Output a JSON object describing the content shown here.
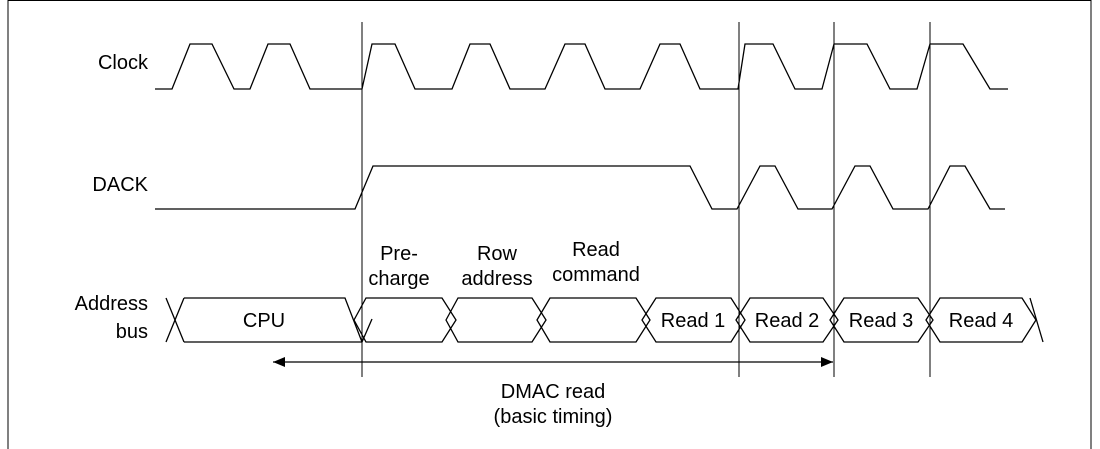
{
  "signals": {
    "clock": "Clock",
    "dack": "DACK",
    "address_line1": "Address",
    "address_line2": "bus"
  },
  "phases": {
    "precharge_line1": "Pre-",
    "precharge_line2": "charge",
    "row_line1": "Row",
    "row_line2": "address",
    "read_cmd_line1": "Read",
    "read_cmd_line2": "command"
  },
  "bus_segments": [
    "CPU",
    "Read 1",
    "Read 2",
    "Read 3",
    "Read 4"
  ],
  "annotation": {
    "line1": "DMAC read",
    "line2": "(basic timing)"
  }
}
